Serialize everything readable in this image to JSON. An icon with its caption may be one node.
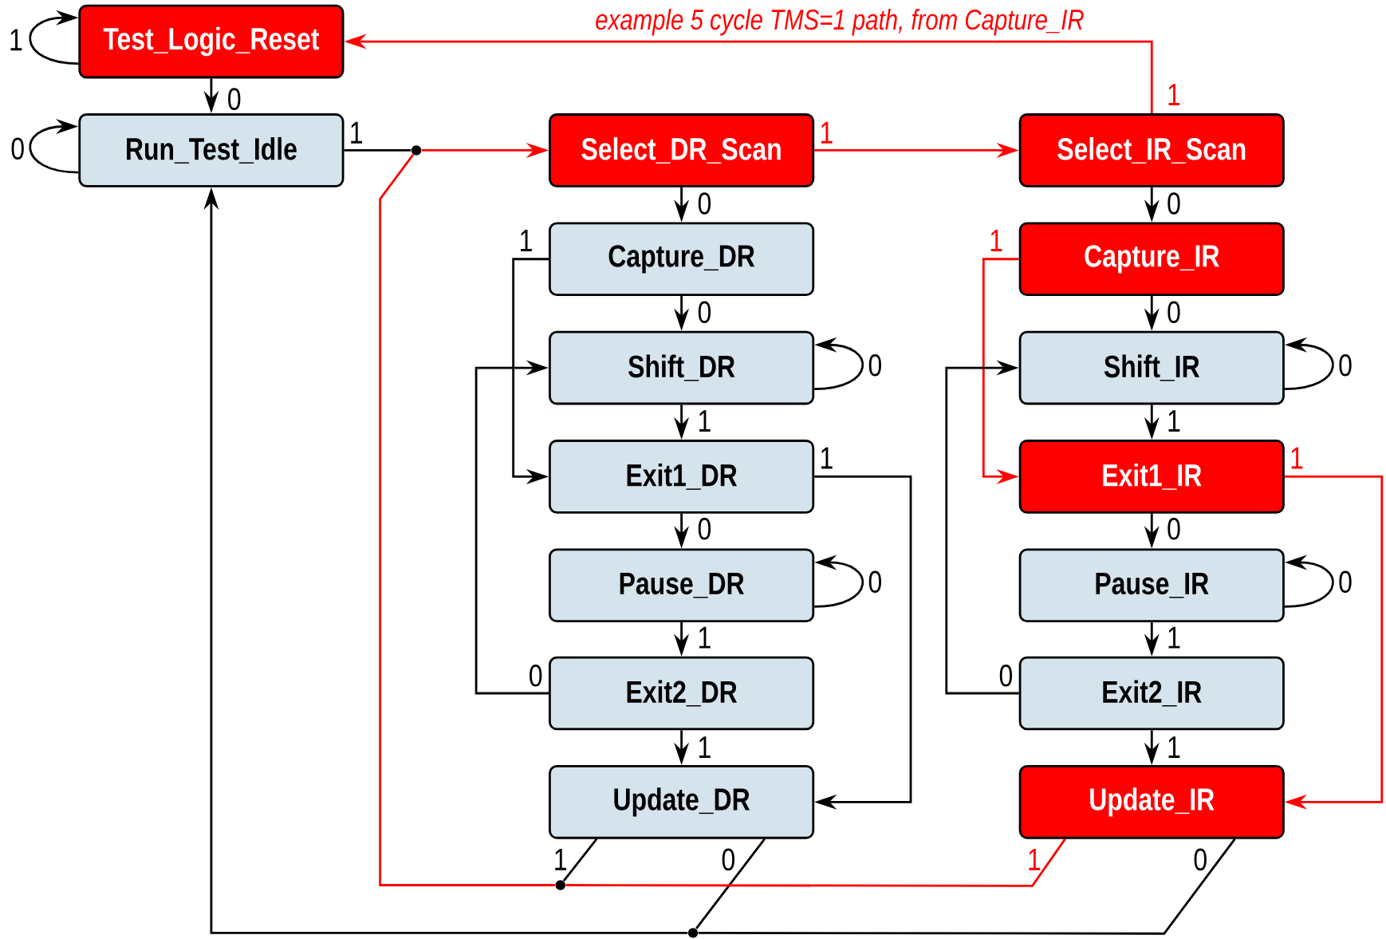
{
  "diagram": {
    "nodes": [
      {
        "text": [
          "Test_Logic_Reset"
        ]
      },
      {
        "text": [
          "Run_Test_Idle"
        ]
      },
      {
        "text": [
          "Select_DR_Scan"
        ]
      },
      {
        "text": [
          "Capture_DR"
        ]
      },
      {
        "text": [
          "Shift_DR"
        ]
      },
      {
        "text": [
          "Exit1_DR"
        ]
      },
      {
        "text": [
          "Pause_DR"
        ]
      },
      {
        "text": [
          "Exit2_DR"
        ]
      },
      {
        "text": [
          "Update_DR"
        ]
      },
      {
        "text": [
          "Select_IR_Scan"
        ]
      },
      {
        "text": [
          "Capture_IR"
        ]
      },
      {
        "text": [
          "Shift_IR"
        ]
      },
      {
        "text": [
          "Exit1_IR"
        ]
      },
      {
        "text": [
          "Pause_IR"
        ]
      },
      {
        "text": [
          "Exit2_IR"
        ]
      },
      {
        "text": [
          "Update_IR"
        ]
      },
      {
        "text": [],
        "shape": "circle"
      },
      {
        "text": [],
        "shape": "circle"
      },
      {
        "text": [],
        "shape": "circle"
      }
    ],
    "edges": [
      {
        "from": 0,
        "to": 0,
        "arrow": "to",
        "label": "1"
      },
      {
        "from": 0,
        "to": 1,
        "arrow": "to",
        "label": "0"
      },
      {
        "from": 1,
        "to": 1,
        "arrow": "to",
        "label": "0"
      },
      {
        "from": 1,
        "to": 16,
        "arrow": "none",
        "label": "1"
      },
      {
        "from": 16,
        "to": 2,
        "arrow": "to",
        "color": "#ff0000"
      },
      {
        "from": 2,
        "to": 9,
        "arrow": "to",
        "label": "1",
        "color": "#ff0000"
      },
      {
        "from": 2,
        "to": 3,
        "arrow": "to",
        "label": "0"
      },
      {
        "from": 3,
        "to": 4,
        "arrow": "to",
        "label": "0"
      },
      {
        "from": 3,
        "to": 5,
        "arrow": "to",
        "label": "1"
      },
      {
        "from": 4,
        "to": 4,
        "arrow": "to",
        "label": "0"
      },
      {
        "from": 4,
        "to": 5,
        "arrow": "to",
        "label": "1"
      },
      {
        "from": 5,
        "to": 6,
        "arrow": "to",
        "label": "0"
      },
      {
        "from": 5,
        "to": 8,
        "arrow": "to",
        "label": "1"
      },
      {
        "from": 6,
        "to": 6,
        "arrow": "to",
        "label": "0"
      },
      {
        "from": 6,
        "to": 7,
        "arrow": "to",
        "label": "1"
      },
      {
        "from": 7,
        "to": 4,
        "arrow": "to",
        "label": "0"
      },
      {
        "from": 7,
        "to": 8,
        "arrow": "to",
        "label": "1"
      },
      {
        "from": 8,
        "to": 17,
        "arrow": "none",
        "label": "1"
      },
      {
        "from": 8,
        "to": 18,
        "arrow": "none",
        "label": "0"
      },
      {
        "from": 9,
        "to": 0,
        "arrow": "to",
        "label": "1",
        "color": "#ff0000"
      },
      {
        "from": 9,
        "to": 10,
        "arrow": "to",
        "label": "0"
      },
      {
        "from": 10,
        "to": 11,
        "arrow": "to",
        "label": "0"
      },
      {
        "from": 10,
        "to": 12,
        "arrow": "to",
        "label": "1",
        "color": "#ff0000"
      },
      {
        "from": 11,
        "to": 11,
        "arrow": "to",
        "label": "0"
      },
      {
        "from": 11,
        "to": 12,
        "arrow": "to",
        "label": "1"
      },
      {
        "from": 12,
        "to": 13,
        "arrow": "to",
        "label": "0"
      },
      {
        "from": 12,
        "to": 15,
        "arrow": "to",
        "label": "1",
        "color": "#ff0000"
      },
      {
        "from": 13,
        "to": 13,
        "arrow": "to",
        "label": "0"
      },
      {
        "from": 13,
        "to": 14,
        "arrow": "to",
        "label": "1"
      },
      {
        "from": 14,
        "to": 11,
        "arrow": "to",
        "label": "0"
      },
      {
        "from": 14,
        "to": 15,
        "arrow": "to",
        "label": "1"
      },
      {
        "from": 15,
        "to": 17,
        "arrow": "none",
        "label": "1",
        "color": "#ff0000"
      },
      {
        "from": 15,
        "to": 18,
        "arrow": "none",
        "label": "0"
      },
      {
        "from": 17,
        "to": 16,
        "arrow": "none",
        "color": "#ff0000"
      },
      {
        "from": 18,
        "to": 1,
        "arrow": "to"
      }
    ],
    "labels": [
      "example 5 cycle TMS=1 path, from Capture_IR"
    ]
  }
}
